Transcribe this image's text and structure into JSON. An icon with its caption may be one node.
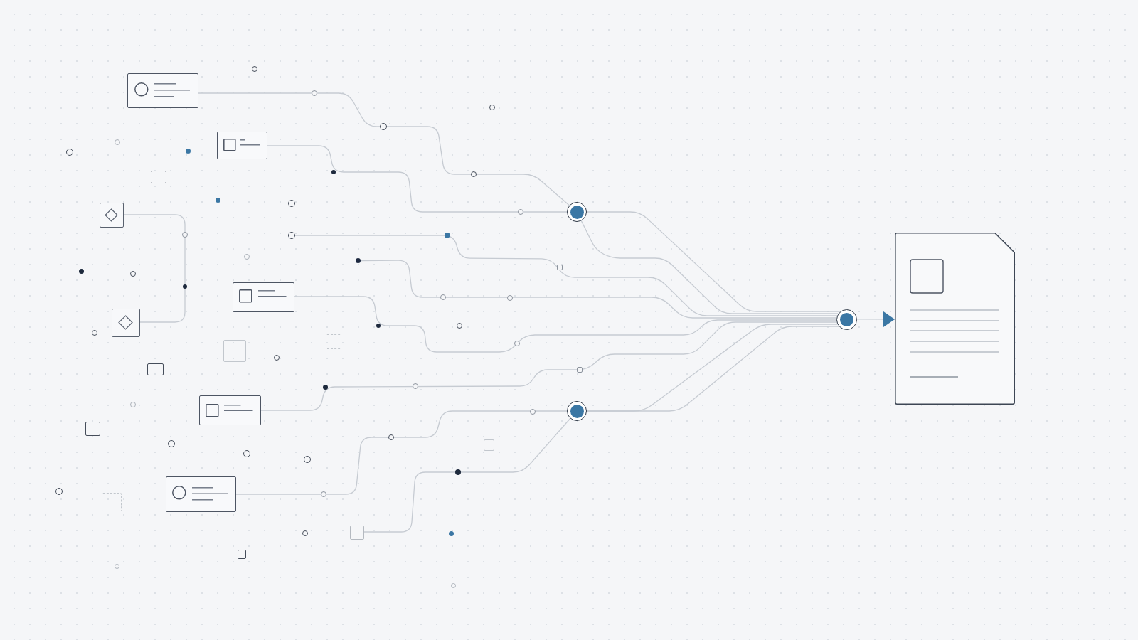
{
  "diagram": {
    "nodes": [
      {
        "text": [],
        "shape": "box"
      },
      {
        "text": [],
        "shape": "box"
      },
      {
        "text": [],
        "shape": "box"
      },
      {
        "text": [],
        "shape": "circle"
      },
      {
        "text": [],
        "shape": "circle"
      },
      {
        "text": [],
        "shape": "circle"
      },
      {
        "text": [],
        "shape": "box"
      },
      {
        "text": [],
        "shape": "box"
      },
      {
        "text": [],
        "shape": "circle"
      },
      {
        "text": [],
        "shape": "document"
      },
      {
        "text": [],
        "shape": "box"
      },
      {
        "text": [],
        "shape": "circle"
      },
      {
        "text": [],
        "shape": "box"
      },
      {
        "text": [],
        "shape": "box"
      }
    ],
    "edges": [
      {
        "from": 0,
        "to": 3,
        "arrow": "none"
      },
      {
        "from": 1,
        "to": 3,
        "arrow": "none"
      },
      {
        "from": 3,
        "to": 8,
        "arrow": "none"
      },
      {
        "from": 3,
        "to": 8,
        "arrow": "none"
      },
      {
        "from": 4,
        "to": 8,
        "arrow": "none"
      },
      {
        "from": 5,
        "to": 8,
        "arrow": "none"
      },
      {
        "from": 6,
        "to": 8,
        "arrow": "none"
      },
      {
        "from": 2,
        "to": 7,
        "arrow": "none"
      },
      {
        "from": 10,
        "to": 8,
        "arrow": "none"
      },
      {
        "from": 12,
        "to": 11,
        "arrow": "none"
      },
      {
        "from": 13,
        "to": 11,
        "arrow": "none"
      },
      {
        "from": 11,
        "to": 8,
        "arrow": "none"
      },
      {
        "from": 11,
        "to": 8,
        "arrow": "none"
      },
      {
        "from": 8,
        "to": 9,
        "arrow": "to"
      }
    ]
  }
}
